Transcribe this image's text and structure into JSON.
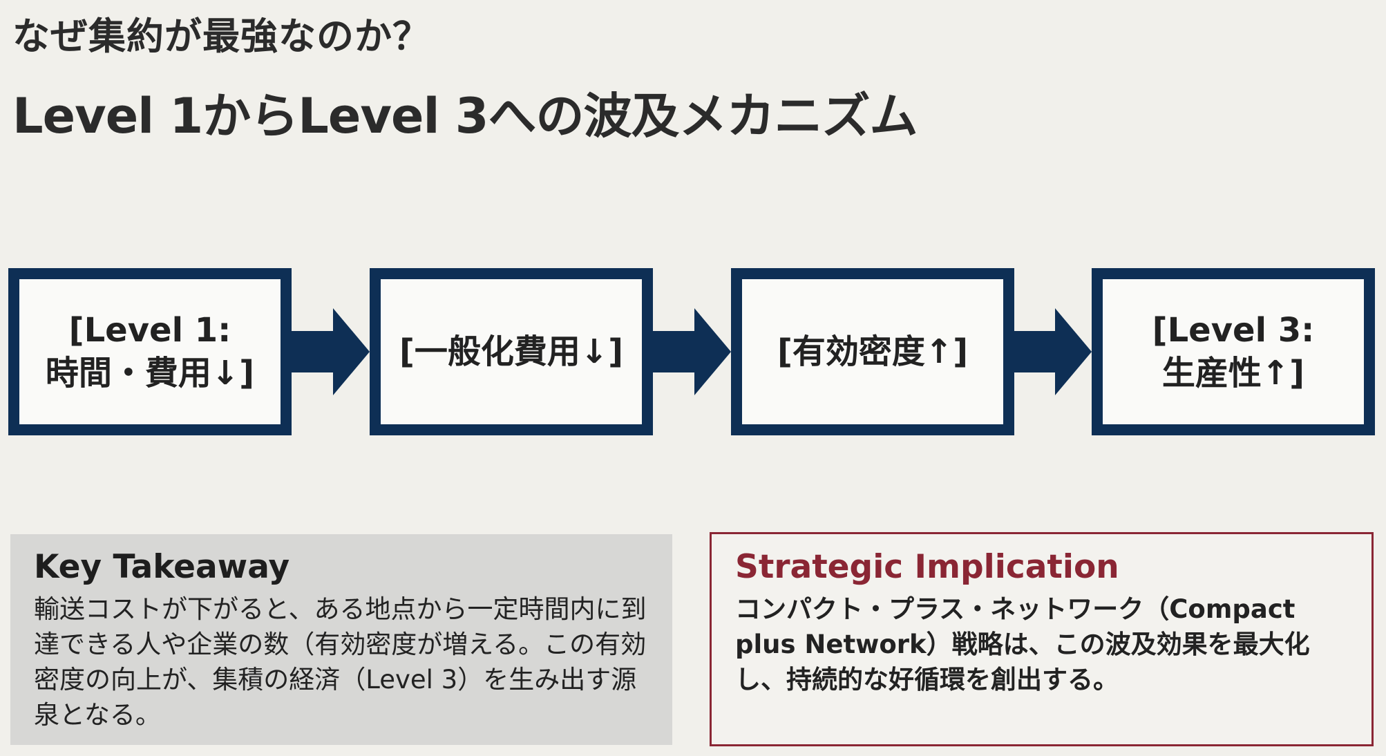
{
  "title": {
    "line1": "なぜ集約が最強なのか？",
    "line2": "Level 1からLevel 3への波及メカニズム"
  },
  "flow": {
    "steps": [
      {
        "line1": "[Level 1:",
        "line2": "時間・費用↓]"
      },
      {
        "line1": "[一般化費用↓]",
        "line2": ""
      },
      {
        "line1": "[有効密度↑]",
        "line2": ""
      },
      {
        "line1": "[Level 3:",
        "line2": "生産性↑]"
      }
    ],
    "colors": {
      "border": "#0e2f55",
      "arrow": "#0e2f55"
    }
  },
  "key_takeaway": {
    "heading": "Key Takeaway",
    "body": "輸送コストが下がると、ある地点から一定時間内に到達できる人や企業の数（有効密度が増える。この有効密度の向上が、集積の経済（Level 3）を生み出す源泉となる。"
  },
  "strategic_implication": {
    "heading": "Strategic Implication",
    "body": "コンパクト・プラス・ネットワーク（Compact plus Network）戦略は、この波及効果を最大化し、持続的な好循環を創出する。",
    "accent": "#8a2634"
  }
}
